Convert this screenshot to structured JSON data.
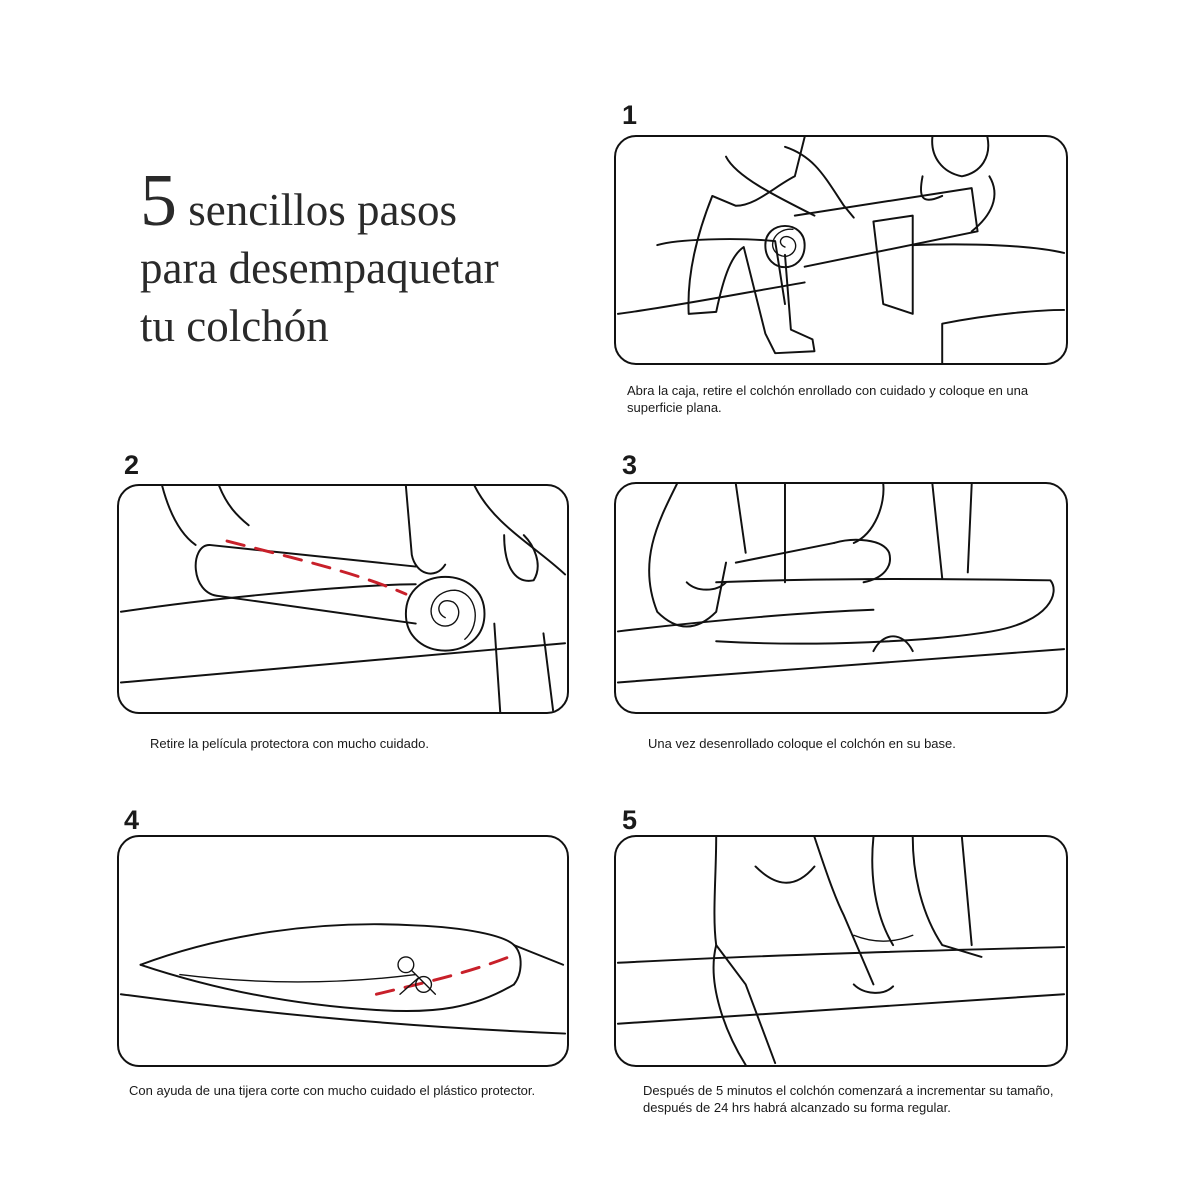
{
  "title": {
    "number": "5",
    "line1_rest": " sencillos pasos",
    "line2": "para desempaquetar",
    "line3": "tu colchón"
  },
  "steps": [
    {
      "number": "1",
      "caption": "Abra la caja, retire el colchón enrollado con cuidado y coloque en una superficie plana."
    },
    {
      "number": "2",
      "caption": "Retire la película protectora con mucho cuidado."
    },
    {
      "number": "3",
      "caption": "Una vez desenrollado coloque el colchón en su base."
    },
    {
      "number": "4",
      "caption": "Con ayuda de una tijera corte con mucho cuidado el plástico protector."
    },
    {
      "number": "5",
      "caption": "Después de 5 minutos el colchón comenzará a incrementar su tamaño, después de 24 hrs habrá alcanzado su forma regular."
    }
  ],
  "colors": {
    "line": "#111111",
    "cut_line": "#c8202a",
    "background": "#ffffff"
  },
  "icons": {
    "step4_tool": "scissors-icon"
  }
}
